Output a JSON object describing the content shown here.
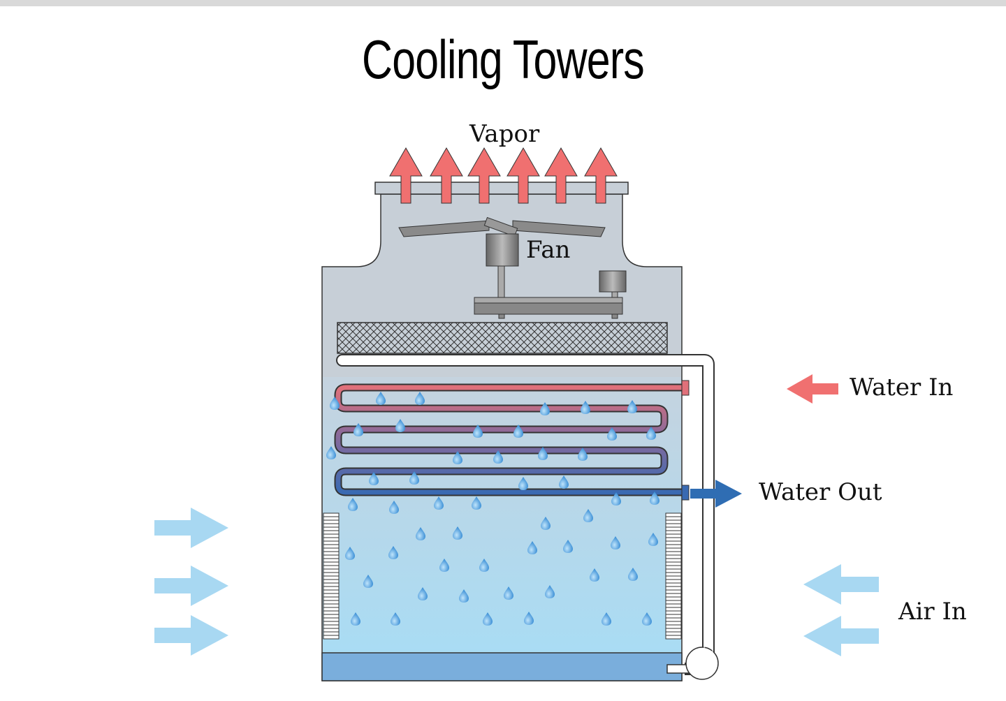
{
  "title": "Cooling Towers",
  "labels": {
    "vapor": "Vapor",
    "fan": "Fan",
    "water_in": "Water In",
    "water_out": "Water Out",
    "air_in": "Air In"
  },
  "colors": {
    "vapor_arrow": "#f07070",
    "water_in_arrow": "#f07070",
    "water_out_arrow": "#2f6db3",
    "air_arrow": "#a8d8f2",
    "tower_body": "#c9d1d9",
    "water_basin": "#7aaedc",
    "droplet": "#5aa7e0"
  }
}
